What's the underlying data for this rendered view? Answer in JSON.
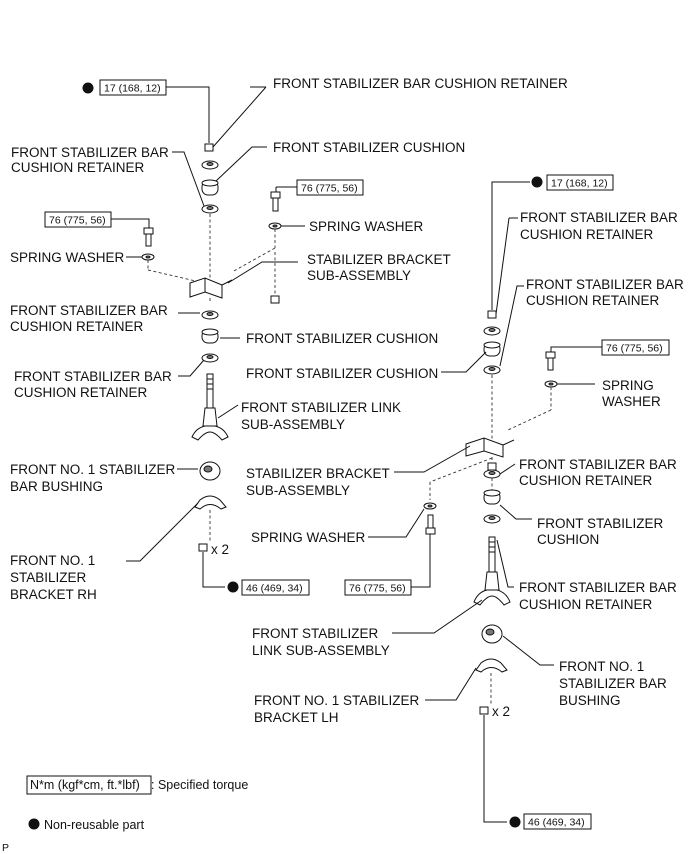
{
  "labels": {
    "retainer_top_left": "FRONT STABILIZER BAR CUSHION RETAINER",
    "cushion_top_left": "FRONT STABILIZER CUSHION",
    "retainer_upper_left_1": "FRONT STABILIZER BAR",
    "retainer_upper_left_2": "CUSHION RETAINER",
    "spring_washer_mid": "SPRING WASHER",
    "spring_washer_left": "SPRING WASHER",
    "bracket_left_1": "STABILIZER BRACKET",
    "bracket_left_2": "SUB-ASSEMBLY",
    "retainer_mid_left_1": "FRONT STABILIZER BAR",
    "retainer_mid_left_2": "CUSHION RETAINER",
    "cushion_mid_left": "FRONT STABILIZER CUSHION",
    "retainer_low_left_1": "FRONT STABILIZER BAR",
    "retainer_low_left_2": "CUSHION RETAINER",
    "link_left_1": "FRONT STABILIZER LINK",
    "link_left_2": "SUB-ASSEMBLY",
    "bushing_left_1": "FRONT NO. 1 STABILIZER",
    "bushing_left_2": "BAR BUSHING",
    "bracket_rh_1": "FRONT NO. 1",
    "bracket_rh_2": "STABILIZER",
    "bracket_rh_3": "BRACKET RH",
    "retainer_r1_1": "FRONT STABILIZER BAR",
    "retainer_r1_2": "CUSHION RETAINER",
    "retainer_r2_1": "FRONT STABILIZER BAR",
    "retainer_r2_2": "CUSHION RETAINER",
    "cushion_r_upper": "FRONT STABILIZER CUSHION",
    "spring_washer_r_1": "SPRING",
    "spring_washer_r_2": "WASHER",
    "bracket_r_1": "STABILIZER BRACKET",
    "bracket_r_2": "SUB-ASSEMBLY",
    "retainer_r3_1": "FRONT STABILIZER BAR",
    "retainer_r3_2": "CUSHION RETAINER",
    "spring_washer_r_low": "SPRING WASHER",
    "cushion_r_low_1": "FRONT STABILIZER",
    "cushion_r_low_2": "CUSHION",
    "retainer_r4_1": "FRONT STABILIZER BAR",
    "retainer_r4_2": "CUSHION RETAINER",
    "link_r_1": "FRONT STABILIZER",
    "link_r_2": "LINK SUB-ASSEMBLY",
    "bushing_r_1": "FRONT NO. 1",
    "bushing_r_2": "STABILIZER BAR",
    "bushing_r_3": "BUSHING",
    "bracket_lh_1": "FRONT NO. 1 STABILIZER",
    "bracket_lh_2": "BRACKET LH"
  },
  "torques": {
    "left_top_nut": "17 (168, 12)",
    "left_bracket_bolt": "76 (775, 56)",
    "left_side_bolt": "76 (775, 56)",
    "left_bracket_nut": "46 (469, 34)",
    "right_top_nut": "17 (168, 12)",
    "right_bracket_bolt": "76 (775, 56)",
    "right_lower_bolt": "76 (775, 56)",
    "right_bracket_nut": "46 (469, 34)"
  },
  "quantities": {
    "left": "x 2",
    "right": "x 2"
  },
  "legend": {
    "torque_unit": "N*m (kgf*cm, ft.*lbf)",
    "torque_desc": ": Specified torque",
    "nonreusable": "Non-reusable part"
  },
  "corner_mark": "P"
}
